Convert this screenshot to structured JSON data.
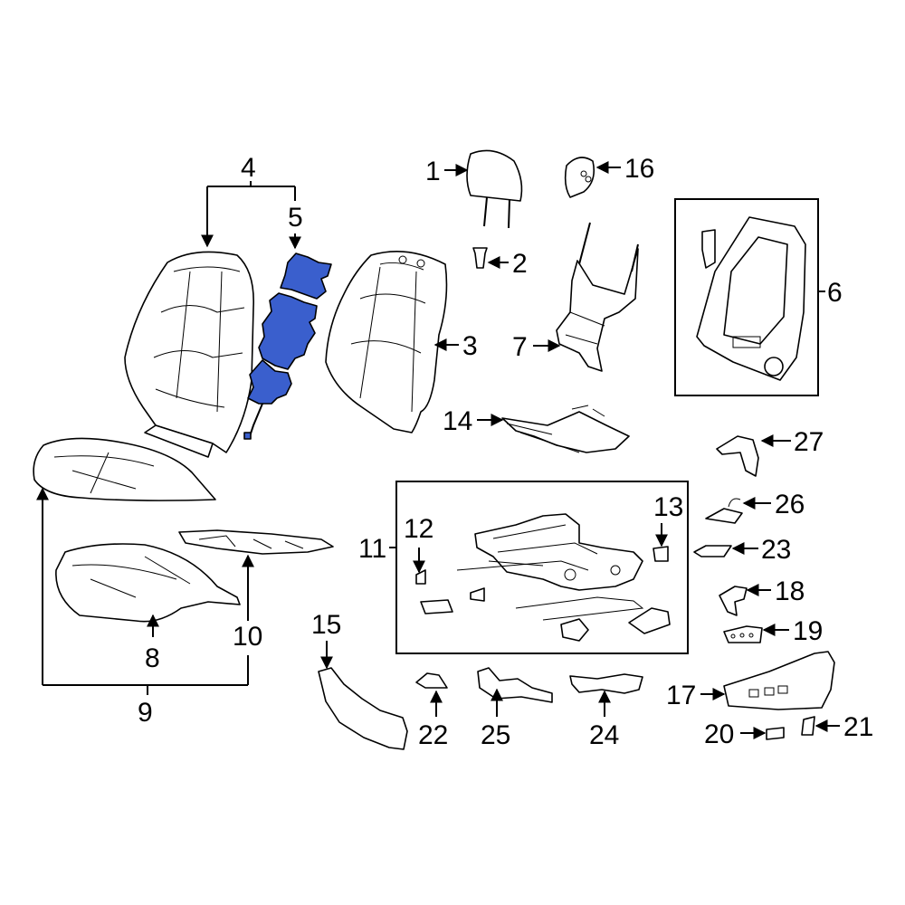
{
  "colors": {
    "highlight": "#3a5fcd",
    "line": "#000000",
    "background": "#ffffff"
  },
  "callouts": {
    "c1": "1",
    "c2": "2",
    "c3": "3",
    "c4": "4",
    "c5": "5",
    "c6": "6",
    "c7": "7",
    "c8": "8",
    "c9": "9",
    "c10": "10",
    "c11": "11",
    "c12": "12",
    "c13": "13",
    "c14": "14",
    "c15": "15",
    "c16": "16",
    "c17": "17",
    "c18": "18",
    "c19": "19",
    "c20": "20",
    "c21": "21",
    "c22": "22",
    "c23": "23",
    "c24": "24",
    "c25": "25",
    "c26": "26",
    "c27": "27"
  },
  "highlighted_part": "5"
}
